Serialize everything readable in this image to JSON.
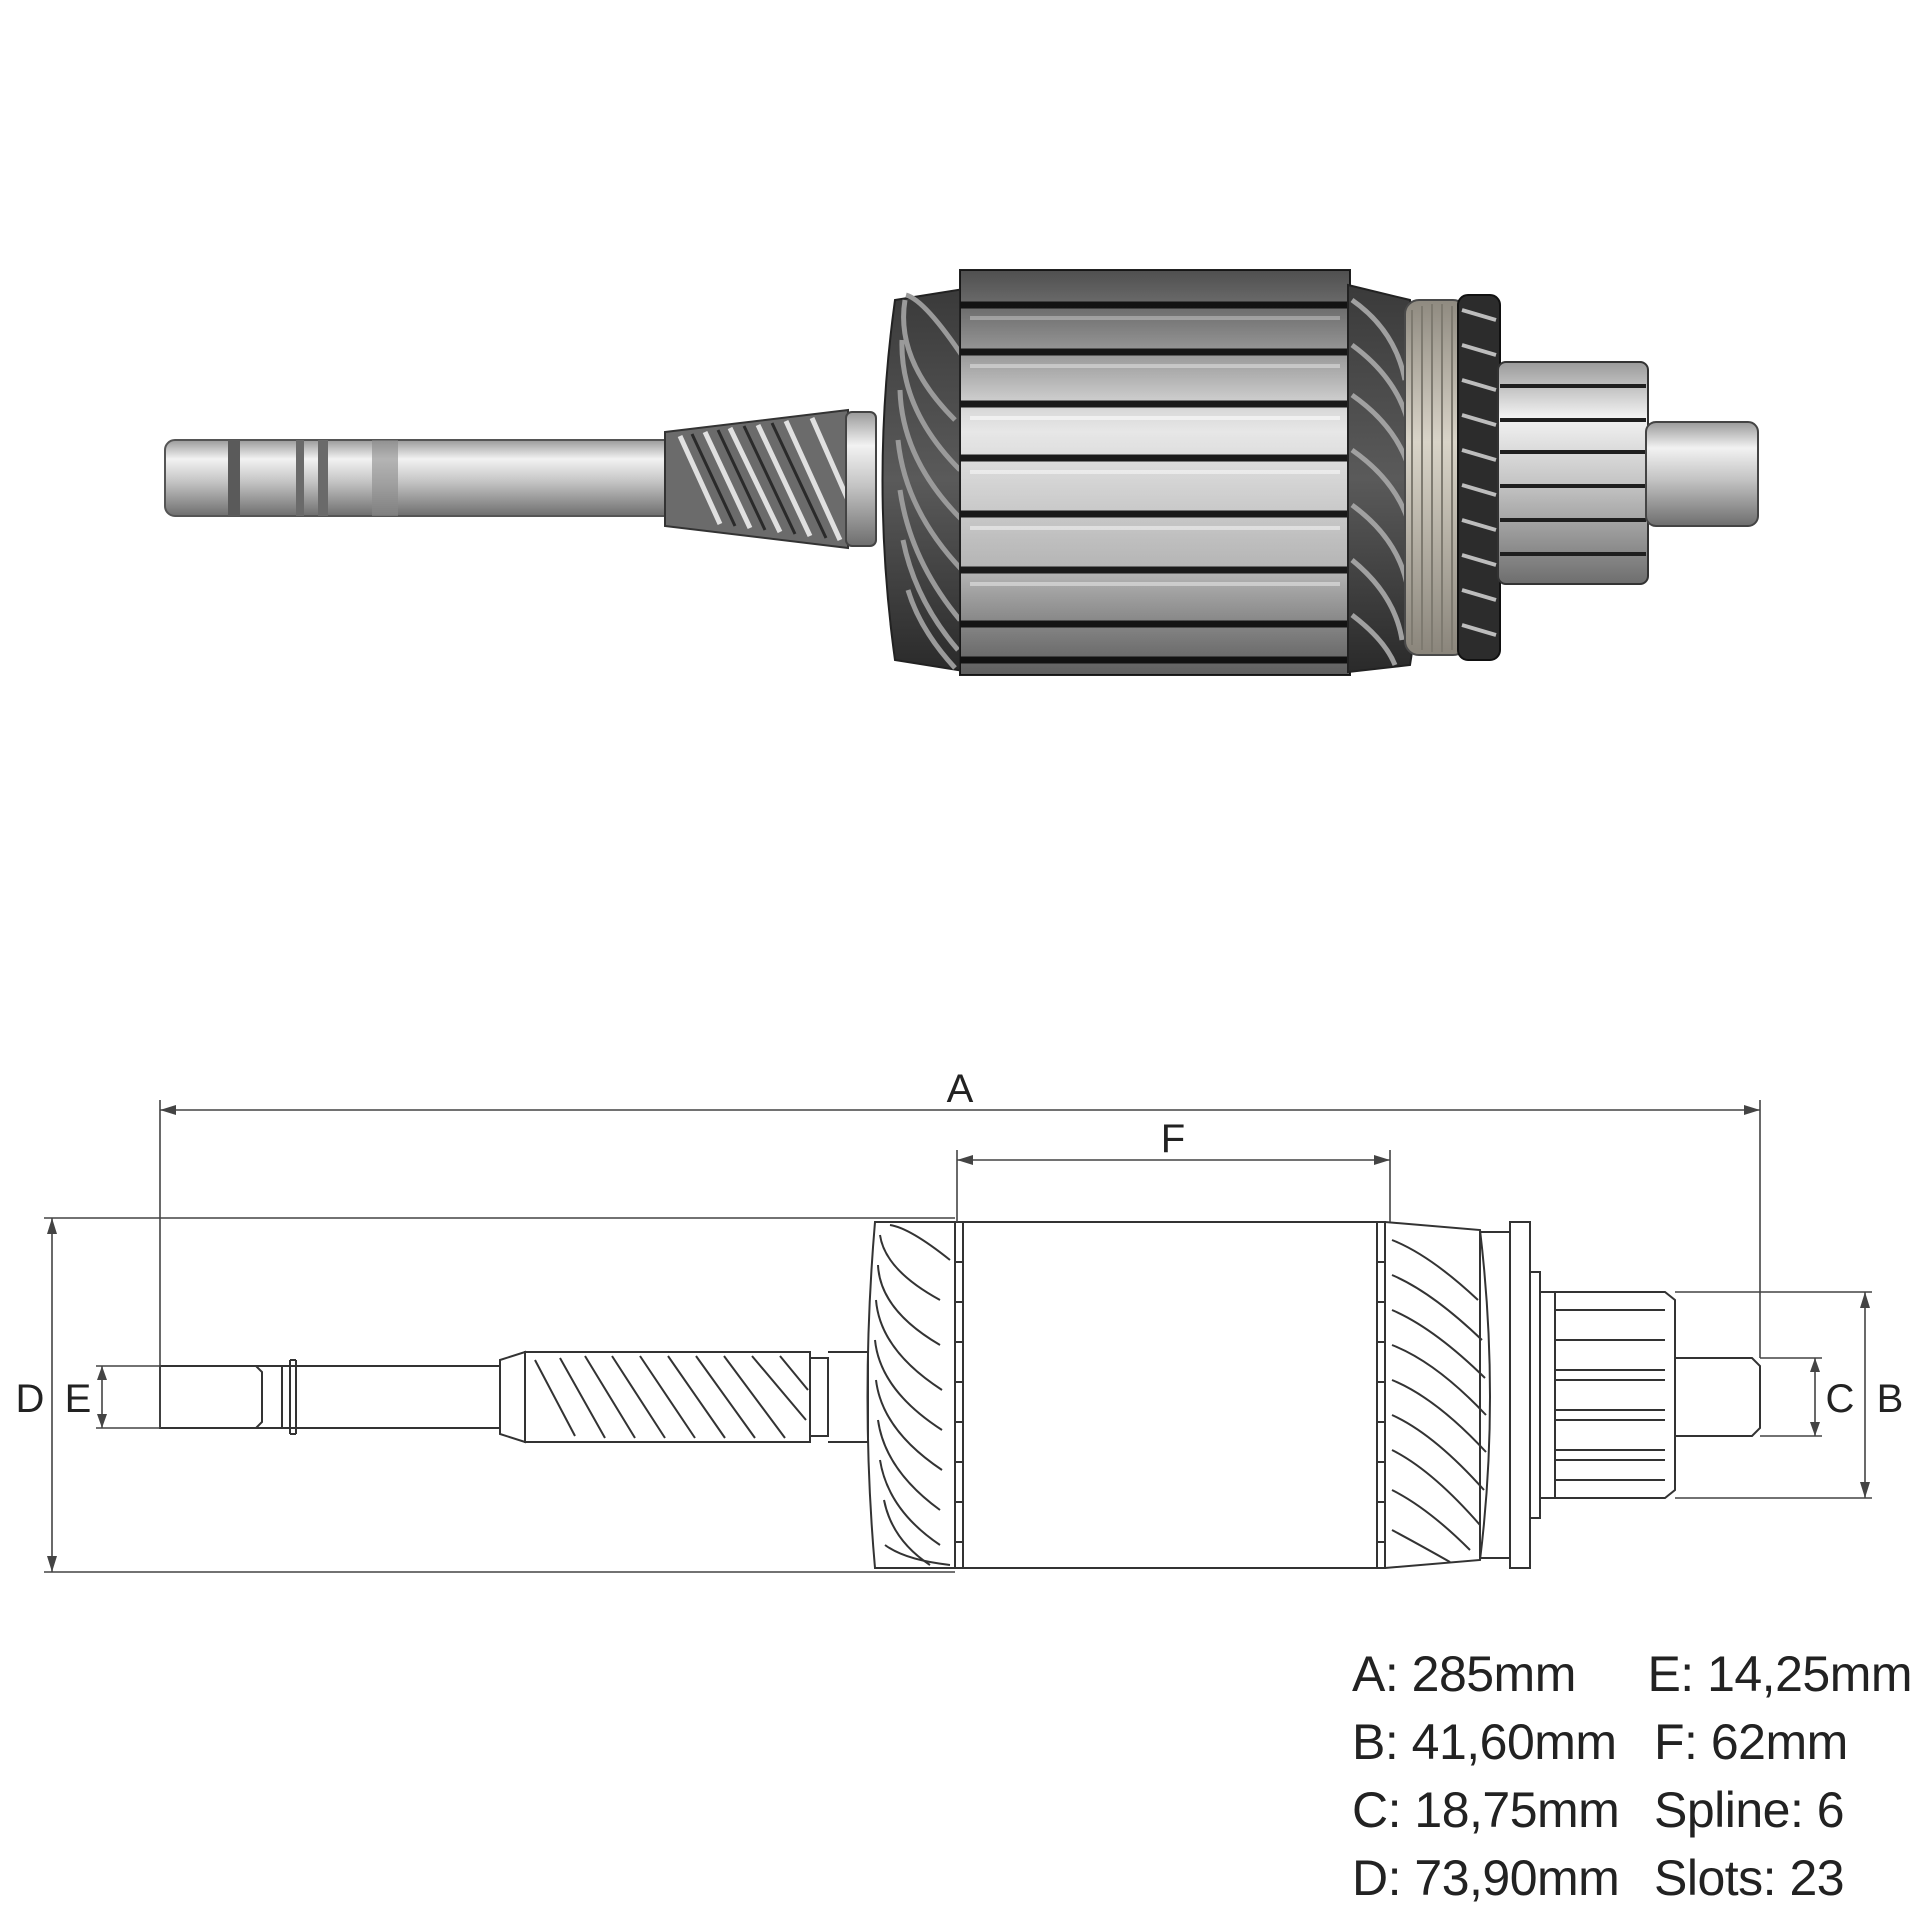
{
  "diagram": {
    "labels": {
      "a": "A",
      "b": "B",
      "c": "C",
      "d": "D",
      "e": "E",
      "f": "F"
    }
  },
  "specs": {
    "a": "A: 285mm",
    "b": "B: 41,60mm",
    "c": "C: 18,75mm",
    "d": "D: 73,90mm",
    "e": "E: 14,25mm",
    "f": "F: 62mm",
    "spline": "Spline: 6",
    "slots": "Slots: 23"
  },
  "colors": {
    "line": "#333333",
    "steel": "#b9b9b9",
    "steel_dark": "#4a4a4a",
    "copper_wire": "#2b2b2b"
  }
}
